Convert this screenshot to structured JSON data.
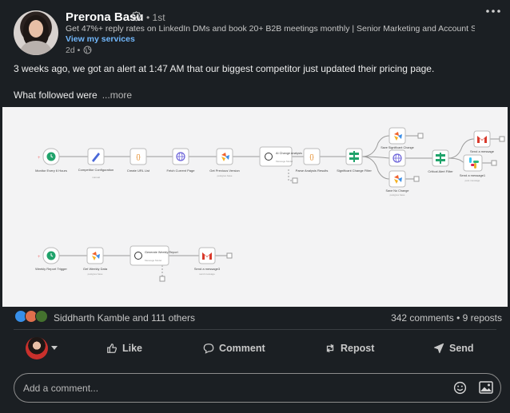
{
  "author": {
    "name": "Prerona Basu",
    "degree": "• 1st",
    "headline": "Get 47%+ reply rates on LinkedIn DMs and book 20+ B2B meetings monthly | Senior Marketing and Account Str...",
    "services_link": "View my services",
    "time": "2d •"
  },
  "post": {
    "line1": "3 weeks ago, we got an alert at 1:47 AM that our biggest competitor just updated their pricing page.",
    "line2": "What followed were",
    "see_more": "...more"
  },
  "workflow": {
    "nodes": {
      "monitor": "Monitor Every 6 Hours",
      "competitor_config": "Competitor Configuration",
      "create_url": "Create URL List",
      "fetch_page": "Fetch Current Page",
      "get_prev": "Get Previous Version",
      "ai_change": "AI Change Analysis",
      "parse": "Parse Analysis Results",
      "sig_filter": "Significant Change Filter",
      "save_change": "Save Significant Change",
      "save_no_change": "Save No Change",
      "critical": "Critical Alert Filter",
      "send_msg1": "Send a message",
      "send_msg2": "Send a message1",
      "weekly_trigger": "Weekly Report Trigger",
      "weekly_data": "Get Weekly Data",
      "gen_report": "Generate Weekly Report",
      "send_msg3": "Send a message3"
    },
    "subs": {
      "competitor_config": "manual",
      "get_prev": "postgres base",
      "ai_change": "Message Model",
      "save_no_change": "postgres base",
      "send_msg2": "post message",
      "weekly_data": "postgres base",
      "gen_report": "Message Model",
      "send_msg3": "send message"
    }
  },
  "social": {
    "reactions_text": "Siddharth Kamble and 111 others",
    "stats": "342 comments • 9 reposts"
  },
  "actions": {
    "like": "Like",
    "comment": "Comment",
    "repost": "Repost",
    "send": "Send"
  },
  "comment_box": {
    "placeholder": "Add a comment..."
  },
  "colors": {
    "background": "#1b1f23",
    "link": "#71b7fb",
    "canvas": "#f3f3f4"
  }
}
